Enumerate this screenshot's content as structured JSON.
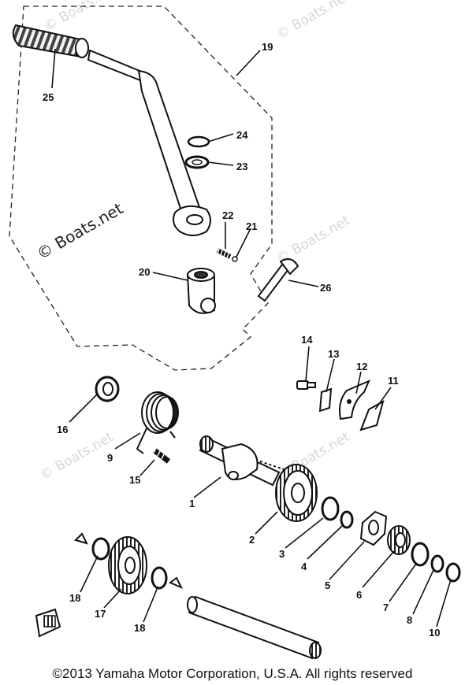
{
  "watermarks": {
    "light": "© Boats.net",
    "dark": "© Boats.net"
  },
  "callouts": {
    "c1": "1",
    "c2": "2",
    "c3": "3",
    "c4": "4",
    "c5": "5",
    "c6": "6",
    "c7": "7",
    "c8": "8",
    "c9": "9",
    "c10": "10",
    "c11": "11",
    "c12": "12",
    "c13": "13",
    "c14": "14",
    "c15": "15",
    "c16": "16",
    "c17": "17",
    "c18a": "18",
    "c18b": "18",
    "c19": "19",
    "c20": "20",
    "c21": "21",
    "c22": "22",
    "c23": "23",
    "c24": "24",
    "c25": "25",
    "c26": "26"
  },
  "copyright": "©2013 Yamaha Motor Corporation, U.S.A. All rights reserved"
}
